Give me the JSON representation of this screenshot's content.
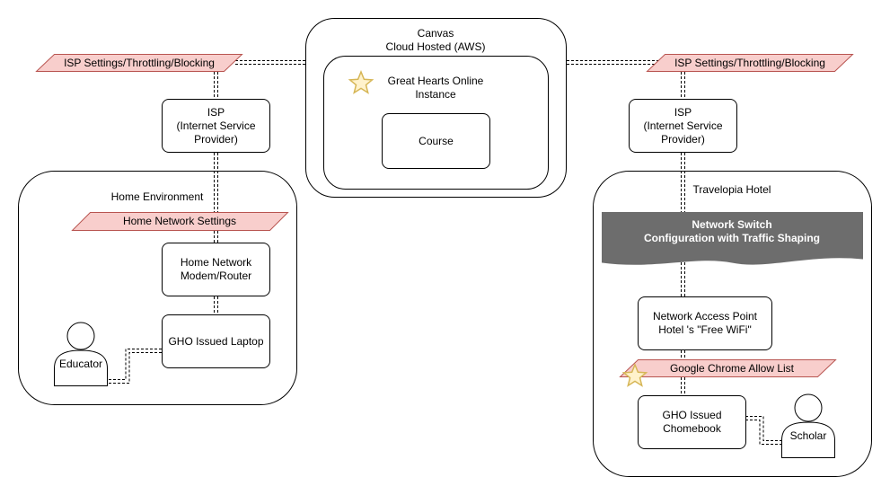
{
  "cloud": {
    "title_line1": "Canvas",
    "title_line2": "Cloud Hosted (AWS)",
    "instance_line1": "Great Hearts Online",
    "instance_line2": "Instance",
    "course": "Course"
  },
  "left": {
    "isp_settings": "ISP Settings/Throttling/Blocking",
    "isp_line1": "ISP",
    "isp_line2": "(Internet Service",
    "isp_line3": "Provider)",
    "environment": "Home Environment",
    "network_settings": "Home Network Settings",
    "modem_line1": "Home Network",
    "modem_line2": "Modem/Router",
    "laptop": "GHO Issued Laptop",
    "person": "Educator"
  },
  "right": {
    "isp_settings": "ISP Settings/Throttling/Blocking",
    "isp_line1": "ISP",
    "isp_line2": "(Internet Service",
    "isp_line3": "Provider)",
    "environment": "Travelopia Hotel",
    "switch_line1": "Network Switch",
    "switch_line2": "Configuration with Traffic Shaping",
    "ap_line1": "Network Access Point",
    "ap_line2": "Hotel 's \"Free WiFi\"",
    "allow_list": "Google Chrome Allow List",
    "chromebook_line1": "GHO Issued",
    "chromebook_line2": "Chomebook",
    "person": "Scholar"
  },
  "colors": {
    "pink_fill": "#f8cecc",
    "pink_stroke": "#b85450",
    "switch_fill": "#6d6d6d",
    "star_fill": "#fff2cc",
    "star_stroke": "#d6b656"
  },
  "icons": {
    "star": "star-icon",
    "person": "person-icon"
  }
}
